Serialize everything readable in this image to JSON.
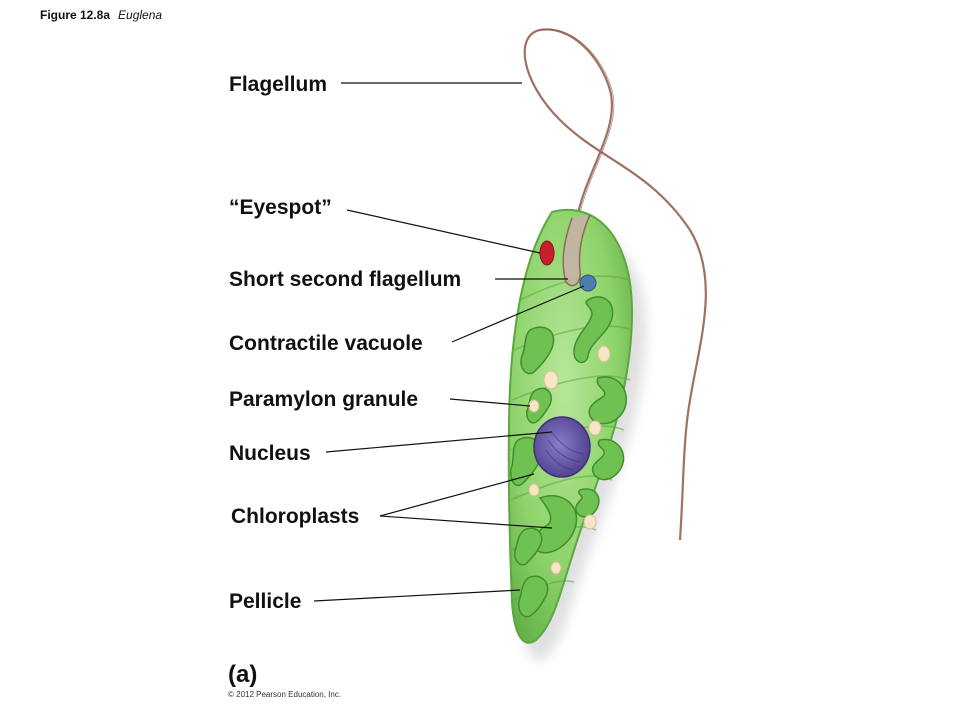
{
  "figure": {
    "number": "Figure 12.8a",
    "title": "Euglena",
    "panel_label": "(a)",
    "copyright": "© 2012 Pearson Education, Inc."
  },
  "labels": [
    {
      "id": "flagellum",
      "text": "Flagellum"
    },
    {
      "id": "eyespot",
      "text": "“Eyespot”"
    },
    {
      "id": "short-second-flagellum",
      "text": "Short second flagellum"
    },
    {
      "id": "contractile-vacuole",
      "text": "Contractile vacuole"
    },
    {
      "id": "paramylon-granule",
      "text": "Paramylon granule"
    },
    {
      "id": "nucleus",
      "text": "Nucleus"
    },
    {
      "id": "chloroplasts",
      "text": "Chloroplasts"
    },
    {
      "id": "pellicle",
      "text": "Pellicle"
    }
  ],
  "colors": {
    "cell": "#8fd36b",
    "cell_dark": "#5aa83f",
    "chloroplast": "#6fc152",
    "eyespot": "#c8202a",
    "nucleus": "#6b5aa8",
    "vacuole": "#4c7fb0",
    "granule": "#f6e6c6",
    "flagellum": "#a07060"
  }
}
